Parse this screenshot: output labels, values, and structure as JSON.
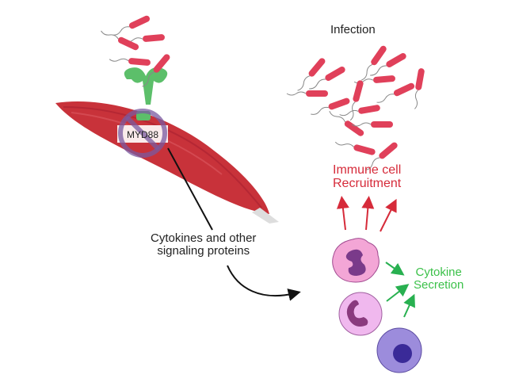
{
  "labels": {
    "infection": "Infection",
    "immune_line1": "Immune cell",
    "immune_line2": "Recruitment",
    "cytokines_line1": "Cytokines and other",
    "cytokines_line2": "signaling proteins",
    "secretion_line1": "Cytokine",
    "secretion_line2": "Secretion",
    "myd88": "MYD88"
  },
  "colors": {
    "bacteria": "#e0405a",
    "muscle": "#c8323a",
    "receptor": "#5cbf6a",
    "prohibit": "#7a5aa0",
    "recruit_arrow": "#d62b3a",
    "secretion_arrow": "#28b050",
    "secretion_text": "#3cc14a"
  }
}
